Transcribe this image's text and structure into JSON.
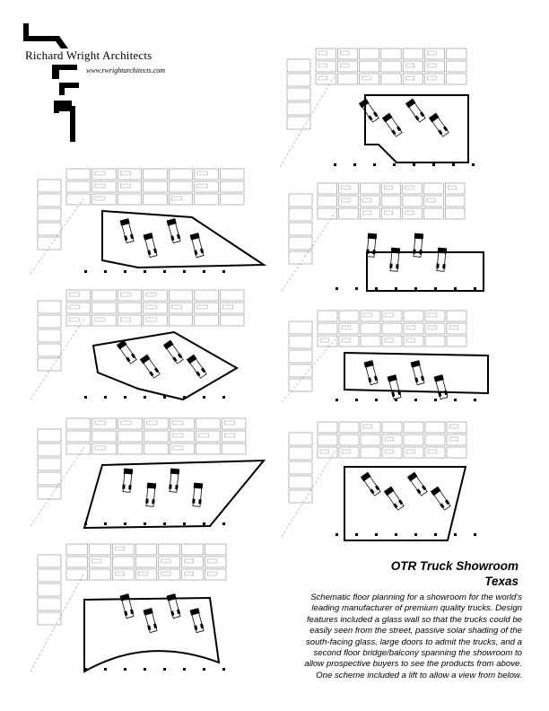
{
  "firm": {
    "name": "Richard Wright Architects",
    "url": "www.rwrightarchitects.com"
  },
  "project": {
    "title": "OTR Truck Showroom",
    "location": "Texas"
  },
  "description_lines": [
    "Schematic floor planning for a showroom for the world's",
    "leading manufacturer of premium quality trucks.  Design",
    "features included a glass wall so that the trucks could be",
    "easily seen from the street, passive solar shading of the",
    "south-facing glass, large doors to admit the trucks, and a",
    "second floor bridge/balcony spanning the showroom to",
    "allow prospective buyers to see the products from above.",
    "One scheme included a lift to allow a view from below."
  ],
  "plans": [
    {
      "scheme": "corner showroom",
      "column": "right"
    },
    {
      "scheme": "triangular showroom",
      "column": "left"
    },
    {
      "scheme": "rectangular showroom",
      "column": "right"
    },
    {
      "scheme": "angled showroom",
      "column": "left"
    },
    {
      "scheme": "long glass showroom",
      "column": "right"
    },
    {
      "scheme": "parallelogram showroom",
      "column": "left"
    },
    {
      "scheme": "trapezoid showroom",
      "column": "right"
    },
    {
      "scheme": "curved front showroom",
      "column": "left"
    }
  ],
  "colors": {
    "ink": "#000000",
    "linework": "#555555",
    "paper": "#ffffff"
  }
}
